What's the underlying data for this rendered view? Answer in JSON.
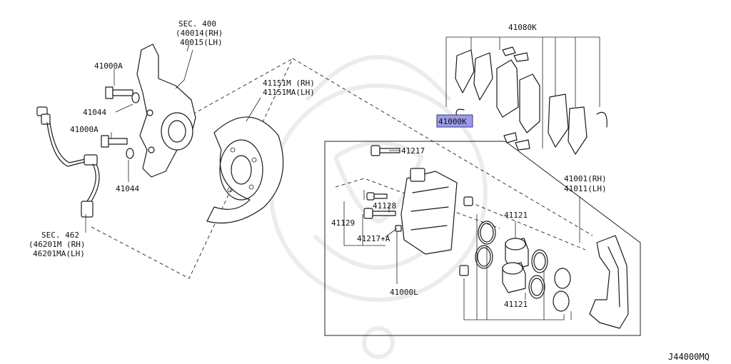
{
  "labels": {
    "sec400": "SEC. 400",
    "p40014": "(40014(RH)",
    "p40015": "40015(LH)",
    "p41000A_top": "41000A",
    "p41044_top": "41044",
    "p41000A_mid": "41000A",
    "p41044_bot": "41044",
    "sec462": "SEC. 462",
    "p46201M": "(46201M (RH)",
    "p46201MA": "46201MA(LH)",
    "p41151M": "41151M (RH)",
    "p41151MA": "41151MA(LH)",
    "p41080K": "41080K",
    "p41000K": "41000K",
    "p41217": "41217",
    "p41001": "41001(RH)",
    "p41011": "41011(LH)",
    "p41128": "41128",
    "p41129": "41129",
    "p41217A": "41217+A",
    "p41121_top": "41121",
    "p41121_bot": "41121",
    "p41000L": "41000L",
    "diagram_code": "J44000MQ"
  },
  "highlight_color": "#9c9ce6"
}
